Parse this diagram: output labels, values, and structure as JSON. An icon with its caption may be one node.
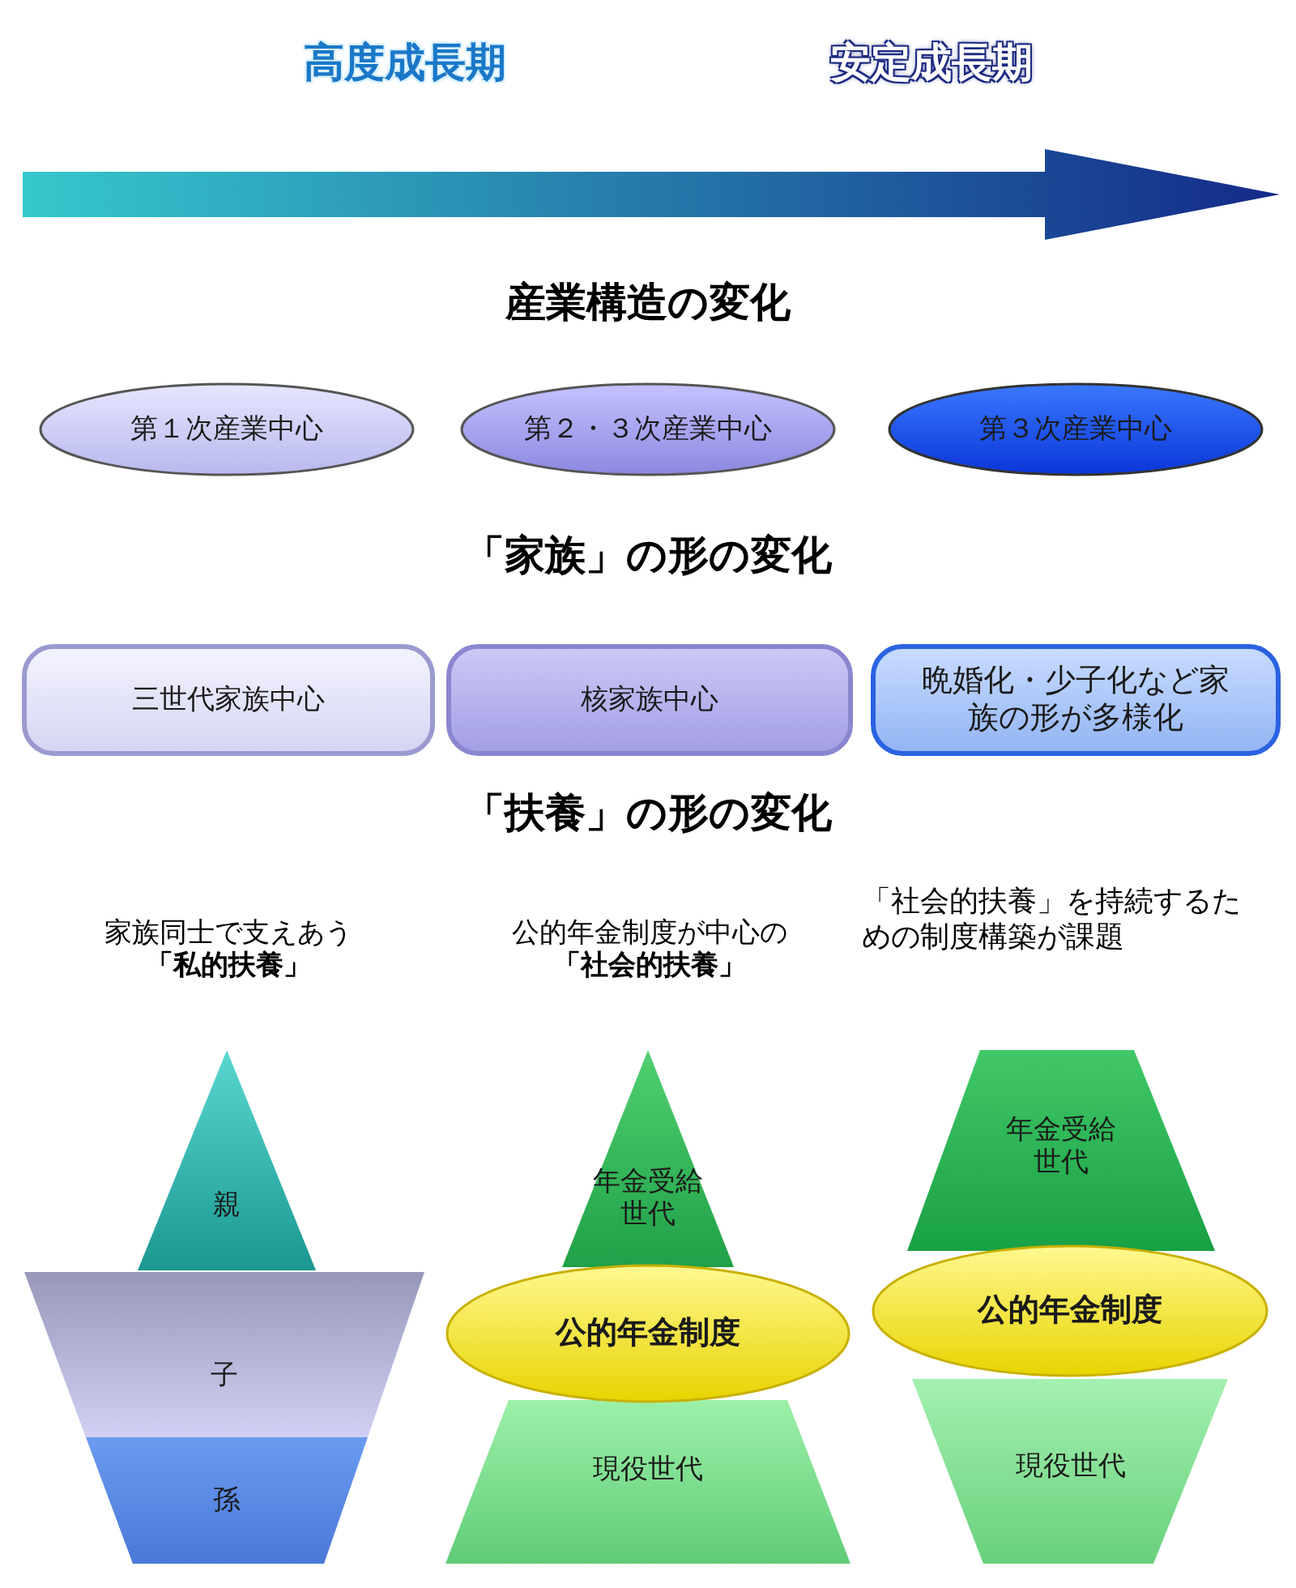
{
  "diagram": {
    "nodes": [
      {
        "text": [
          "第１次産業中心"
        ]
      },
      {
        "text": [
          "第２・３次産業中心"
        ]
      },
      {
        "text": [
          "第３次産業中心"
        ]
      },
      {
        "text": [
          "三世代家族中心"
        ]
      },
      {
        "text": [
          "核家族中心"
        ]
      },
      {
        "text": [
          "晩婚化・少子化など家族の形が多様化"
        ]
      },
      {
        "text": [
          "親"
        ]
      },
      {
        "text": [
          "子"
        ]
      },
      {
        "text": [
          "孫"
        ]
      },
      {
        "text": [
          "年金受給世代"
        ]
      },
      {
        "text": [
          "公的年金制度"
        ]
      },
      {
        "text": [
          "現役世代"
        ]
      },
      {
        "text": [
          "年金受給世代"
        ]
      },
      {
        "text": [
          "公的年金制度"
        ]
      },
      {
        "text": [
          "現役世代"
        ]
      }
    ],
    "labels": [
      "高度成長期",
      "安定成長期",
      "産業構造の変化",
      "「家族」の形の変化",
      "「扶養」の形の変化",
      "家族同士で支えあう**「私的扶養」**",
      "公的年金制度が中心の**「社会的扶養」**",
      "「社会的扶養」を持続するための制度構築が課題"
    ]
  }
}
